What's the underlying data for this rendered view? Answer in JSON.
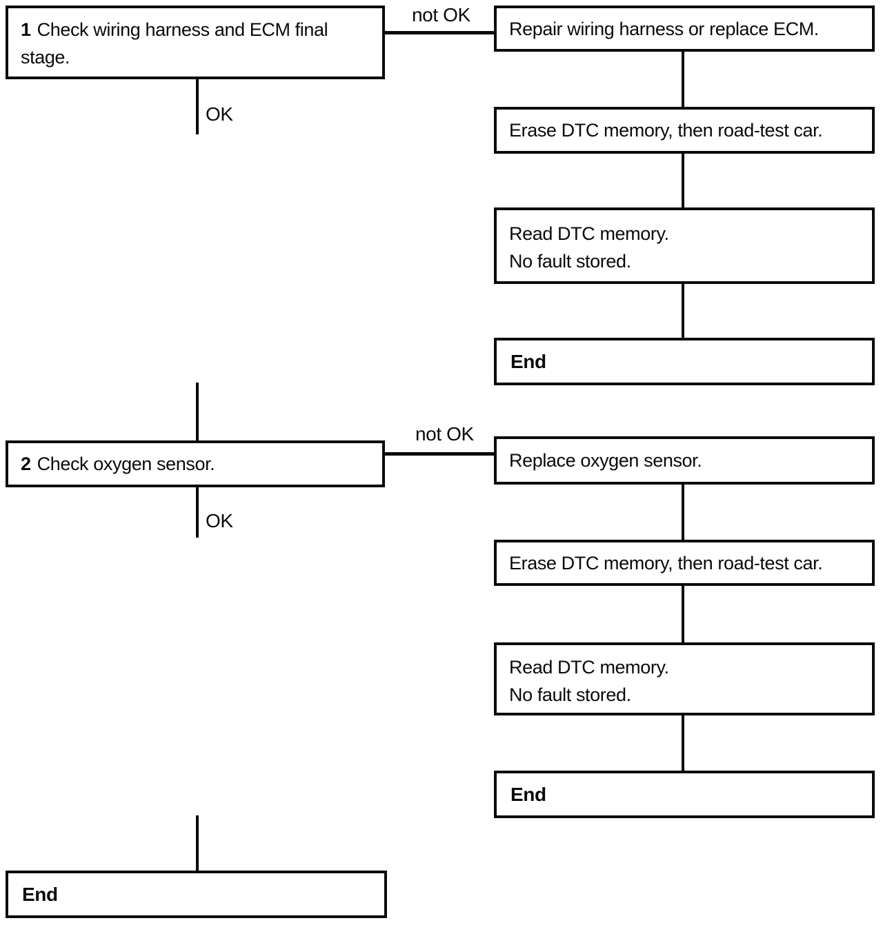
{
  "flowchart": {
    "colors": {
      "ink": "#0a0a0a",
      "background": "#ffffff"
    },
    "connector_labels": {
      "ok": "OK",
      "not_ok": "not OK"
    },
    "steps": [
      {
        "number": "1",
        "label": "Check wiring harness and ECM final stage."
      },
      {
        "number": "2",
        "label": "Check oxygen sensor."
      }
    ],
    "branches": [
      {
        "repair": "Repair wiring harness or replace ECM.",
        "erase": "Erase DTC memory, then road-test car.",
        "read_line1": "Read DTC memory.",
        "read_line2": "No fault stored.",
        "end": "End"
      },
      {
        "repair": "Replace oxygen sensor.",
        "erase": "Erase DTC memory, then road-test car.",
        "read_line1": "Read DTC memory.",
        "read_line2": "No fault stored.",
        "end": "End"
      }
    ],
    "final_end": "End"
  }
}
